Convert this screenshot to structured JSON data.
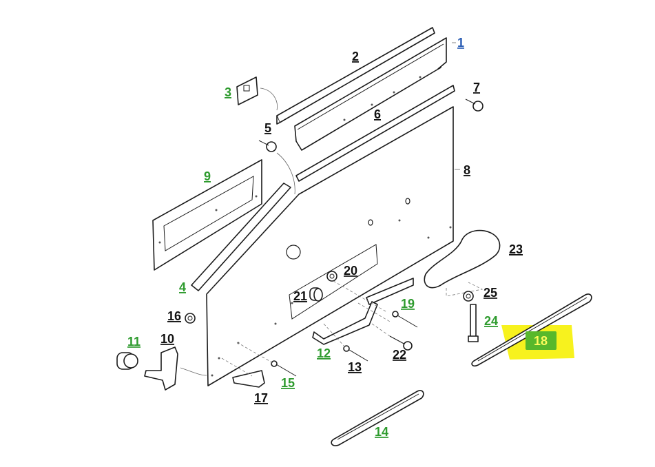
{
  "callouts": {
    "c1": "1",
    "c2": "2",
    "c3": "3",
    "c4": "4",
    "c5": "5",
    "c6": "6",
    "c7": "7",
    "c8": "8",
    "c9": "9",
    "c10": "10",
    "c11": "11",
    "c12": "12",
    "c13": "13",
    "c14": "14",
    "c15": "15",
    "c16": "16",
    "c17": "17",
    "c19": "19",
    "c20": "20",
    "c21": "21",
    "c22": "22",
    "c23": "23",
    "c24": "24",
    "c25": "25"
  },
  "selected": {
    "label": "18"
  },
  "colors": {
    "link_green": "#2e9b2e",
    "link_blue": "#2d5fb5",
    "label_black": "#111111",
    "highlight_yellow": "#f7f21e",
    "tag_green": "#58b82b"
  }
}
